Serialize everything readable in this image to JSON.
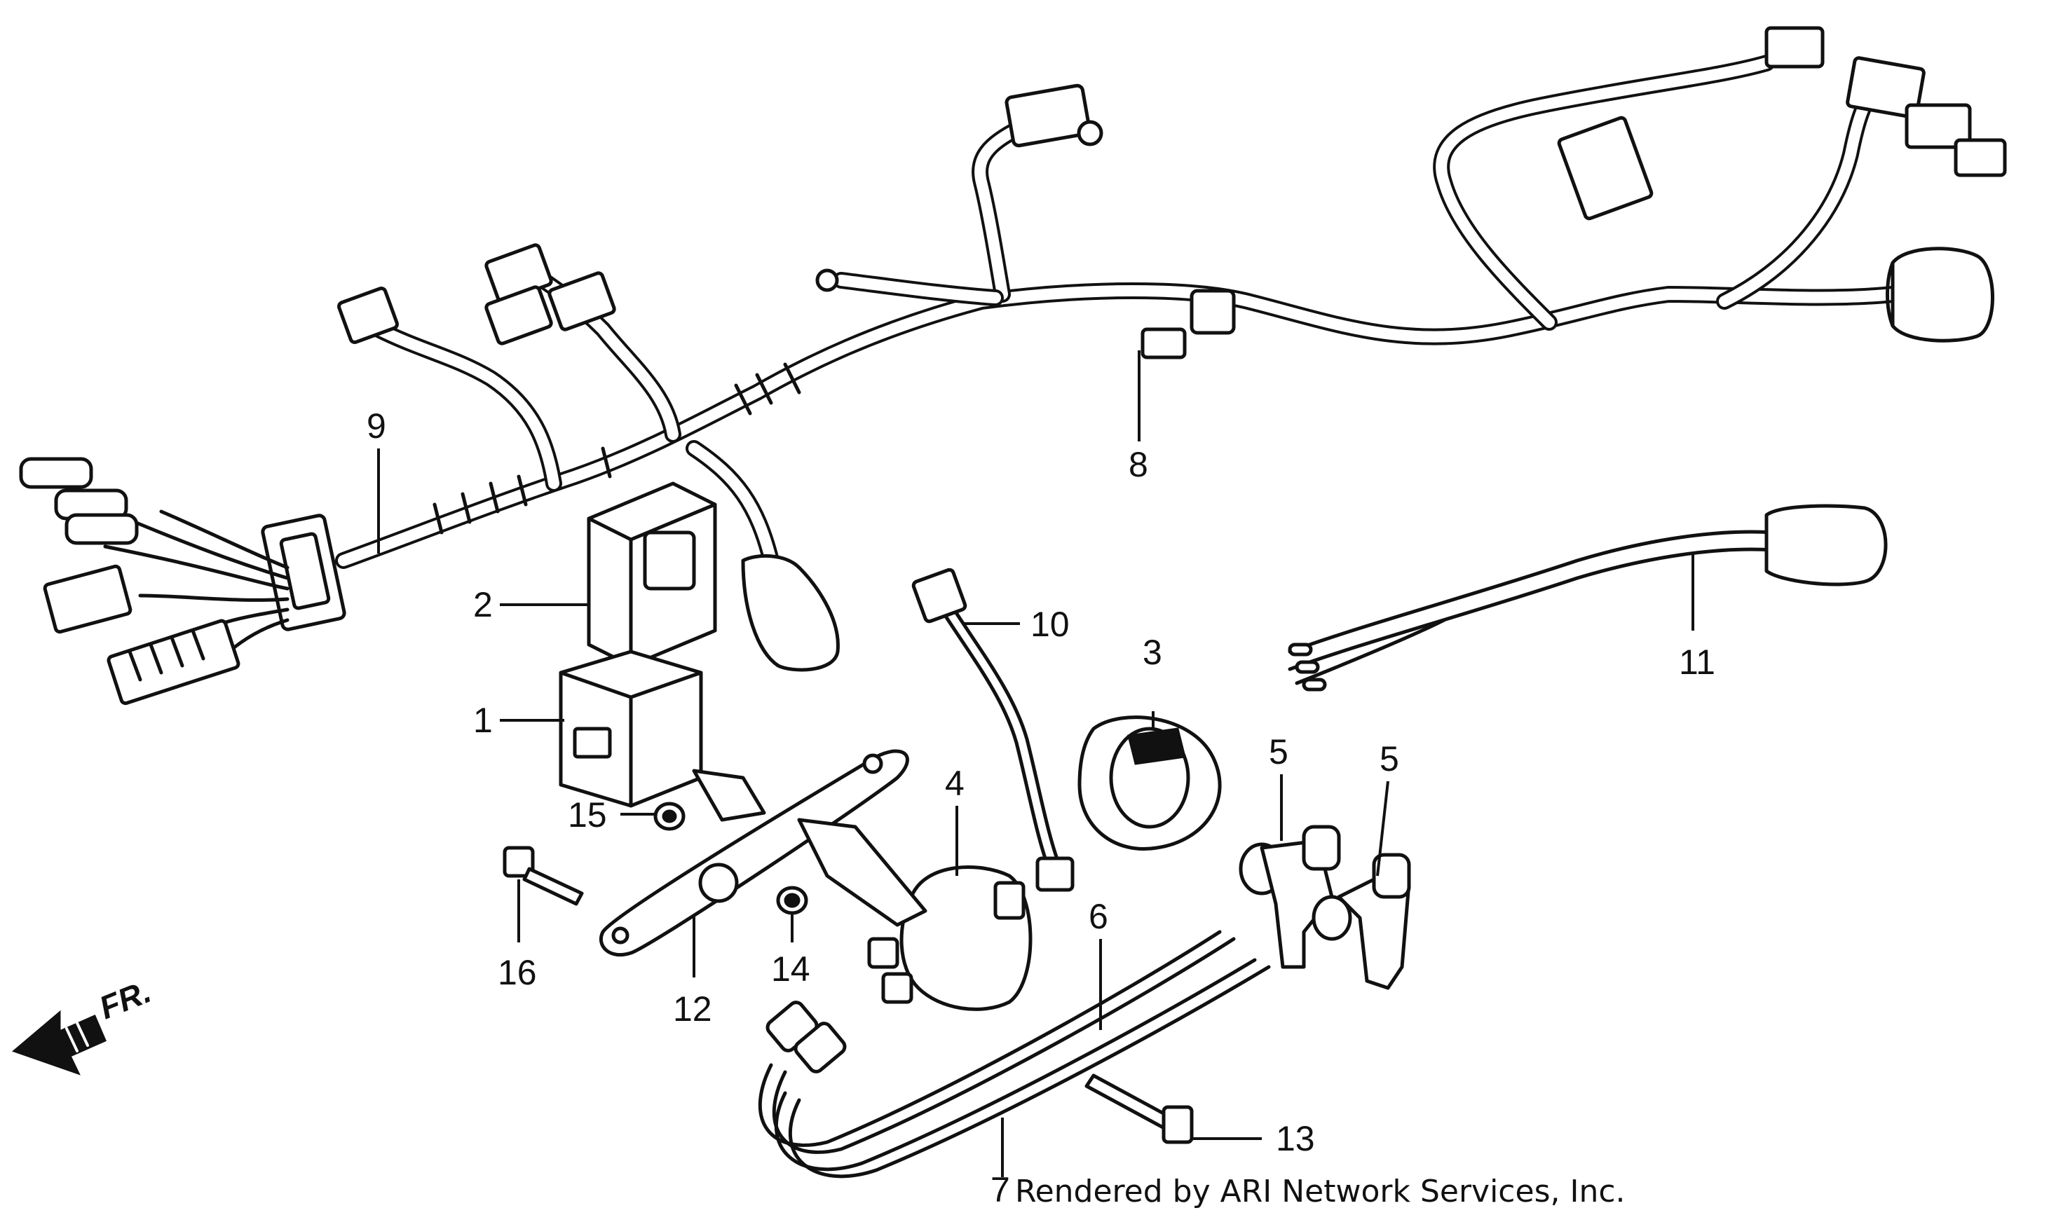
{
  "callouts": {
    "c1": "1",
    "c2": "2",
    "c3": "3",
    "c4": "4",
    "c5a": "5",
    "c5b": "5",
    "c6": "6",
    "c7": "7",
    "c8": "8",
    "c9": "9",
    "c10": "10",
    "c11": "11",
    "c12": "12",
    "c13": "13",
    "c14": "14",
    "c15": "15",
    "c16": "16"
  },
  "front_arrow_label": "FR.",
  "credit": "Rendered by ARI Network Services, Inc.",
  "colors": {
    "ink": "#111111",
    "paper": "#ffffff"
  }
}
